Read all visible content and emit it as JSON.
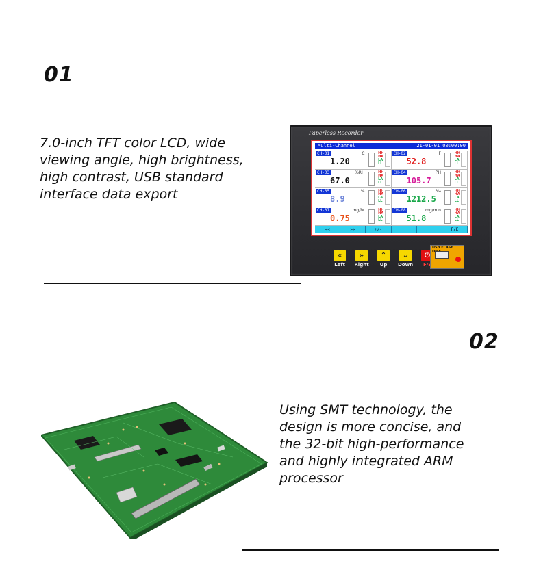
{
  "section1": {
    "number": "01",
    "text_lines": [
      "7.0-inch TFT color LCD, wide",
      "viewing angle, high brightness,",
      "high contrast, USB standard",
      "interface data export"
    ]
  },
  "section2": {
    "number": "02",
    "text_lines": [
      "Using SMT technology, the",
      "design is more concise, and",
      "the 32-bit high-performance",
      "and highly integrated ARM",
      "processor"
    ]
  },
  "device": {
    "brand": "Paperless Recorder",
    "screen_title": "Multi-Channel",
    "datetime": "21-01-01 00:00:00",
    "channels": [
      {
        "tag": "CH-01",
        "unit": "C",
        "value": "1.20",
        "color": "#111111"
      },
      {
        "tag": "CH-02",
        "unit": "F",
        "value": "52.8",
        "color": "#e01a1a"
      },
      {
        "tag": "CH-03",
        "unit": "%RH",
        "value": "67.0",
        "color": "#111111"
      },
      {
        "tag": "CH-04",
        "unit": "PH",
        "value": "105.7",
        "color": "#d61c9a"
      },
      {
        "tag": "CH-05",
        "unit": "%",
        "value": "8.9",
        "color": "#6f86d9"
      },
      {
        "tag": "CH-06",
        "unit": "‰",
        "value": "1212.5",
        "color": "#19a84a"
      },
      {
        "tag": "CH-07",
        "unit": "mg/hr",
        "value": "0.75",
        "color": "#e8501a"
      },
      {
        "tag": "CH-08",
        "unit": "mg/min",
        "value": "51.8",
        "color": "#19a84a"
      }
    ],
    "alarm_labels": [
      "HH",
      "HA",
      "LA",
      "LL"
    ],
    "footer_buttons": [
      "<<",
      ">>",
      "+/-",
      "",
      "",
      "F/E"
    ],
    "keys": [
      {
        "icon": "«",
        "label": "Left"
      },
      {
        "icon": "»",
        "label": "Right"
      },
      {
        "icon": "⌃",
        "label": "Up"
      },
      {
        "icon": "⌄",
        "label": "Down"
      }
    ],
    "power_key": {
      "icon": "⏻",
      "label": "F/E"
    },
    "usb_label": "USB FLASH DISK"
  },
  "colors": {
    "screen_header": "#0c2bd8",
    "key_yellow": "#f6d800",
    "pcb_green": "#2f8a3a"
  }
}
